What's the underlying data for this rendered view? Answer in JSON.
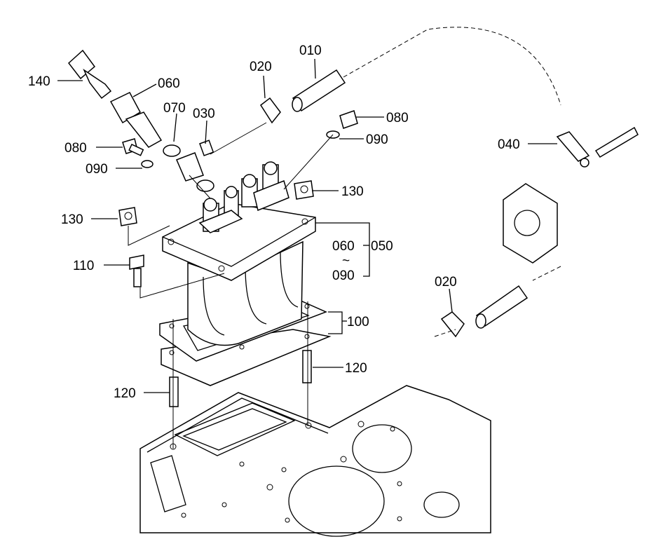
{
  "callouts": {
    "c140": "140",
    "c060a": "060",
    "c070": "070",
    "c030": "030",
    "c020a": "020",
    "c010": "010",
    "c080a": "080",
    "c090a": "090",
    "c080b": "080",
    "c090b": "090",
    "c130a": "130",
    "c130b": "130",
    "c110": "110",
    "c060b": "060",
    "c050": "050",
    "c_tilde": "~",
    "c090c": "090",
    "c100": "100",
    "c120a": "120",
    "c120b": "120",
    "c040": "040",
    "c020b": "020"
  }
}
